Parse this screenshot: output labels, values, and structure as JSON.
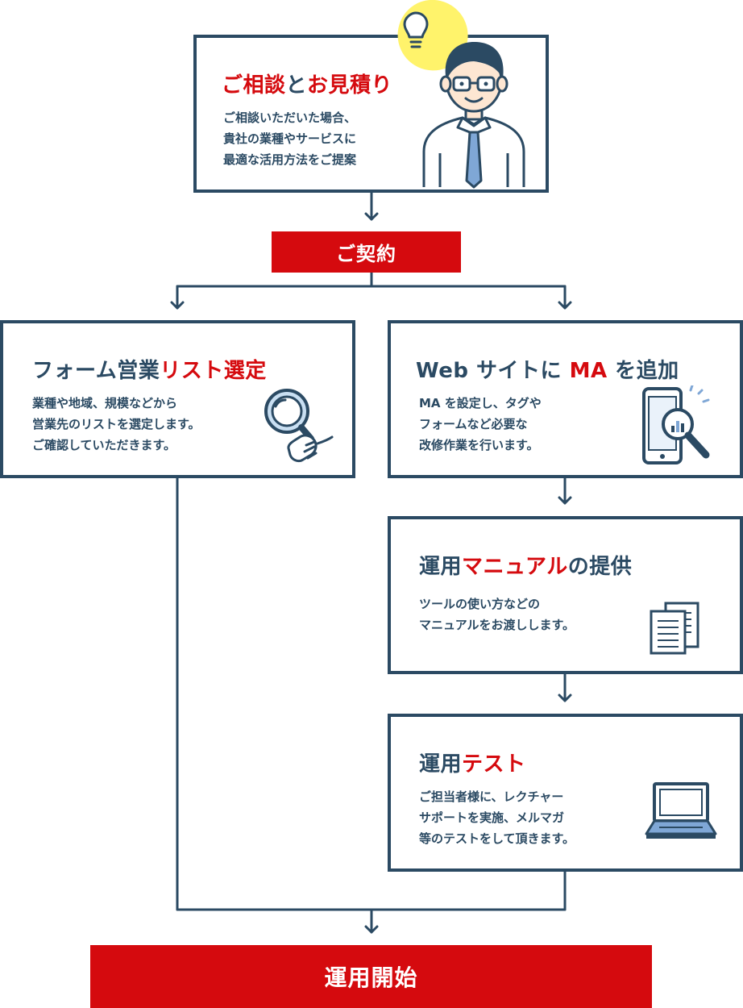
{
  "colors": {
    "navy": "#2b4a63",
    "red": "#d50a0e",
    "bulb_yellow": "#fff36b",
    "skin": "#fde6d2",
    "tie_blue": "#7fa7d6"
  },
  "consultation": {
    "title": {
      "part1": "ご相談",
      "part2": "と",
      "part3": "お見積り"
    },
    "lines": [
      "ご相談いただいた場合、",
      "貴社の業種やサービスに",
      "最適な活用方法をご提案"
    ],
    "icon": "consultant-with-lightbulb-icon"
  },
  "contract": {
    "label": "ご契約"
  },
  "form_list": {
    "title": {
      "part1": "フォーム営業",
      "part2": "リスト選定"
    },
    "lines": [
      "業種や地域、規模などから",
      "営業先のリストを選定します。",
      "ご確認していただきます。"
    ],
    "icon": "magnifier-hand-icon"
  },
  "web_ma": {
    "title": {
      "part1": "Web サイトに ",
      "part2": "MA",
      "part3": " を追加"
    },
    "lines": [
      "MA を設定し、タグや",
      "フォームなど必要な",
      "改修作業を行います。"
    ],
    "icon": "smartphone-analytics-icon"
  },
  "manual": {
    "title": {
      "part1": "運用",
      "part2": "マニュアル",
      "part3": "の提供"
    },
    "lines": [
      "ツールの使い方などの",
      "マニュアルをお渡しします。"
    ],
    "icon": "documents-icon"
  },
  "test": {
    "title": {
      "part1": "運用",
      "part2": "テスト"
    },
    "lines": [
      "ご担当者様に、レクチャー",
      "サポートを実施、メルマガ",
      "等のテストをして頂きます。"
    ],
    "icon": "laptop-icon"
  },
  "start": {
    "label": "運用開始"
  }
}
